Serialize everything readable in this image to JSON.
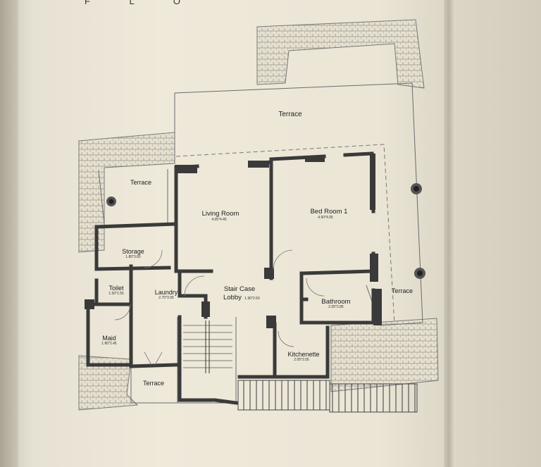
{
  "header": {
    "text": "F L O"
  },
  "plan": {
    "rooms": [
      {
        "id": "terrace-top",
        "name": "Terrace",
        "dims": ""
      },
      {
        "id": "terrace-left",
        "name": "Terrace",
        "dims": ""
      },
      {
        "id": "living-room",
        "name": "Living Room",
        "dims": "4.05*4.45"
      },
      {
        "id": "bed-room-1",
        "name": "Bed Room 1",
        "dims": "4.50*4.05"
      },
      {
        "id": "storage",
        "name": "Storage",
        "dims": "1.80*3.60"
      },
      {
        "id": "toilet",
        "name": "Toilet",
        "dims": "1.50*1.55"
      },
      {
        "id": "laundry",
        "name": "Laundry",
        "dims": "2.70*3.95"
      },
      {
        "id": "stair-case-lobby",
        "name": "Stair Case\nLobby",
        "dims": "1.90*2.50"
      },
      {
        "id": "bathroom",
        "name": "Bathroom",
        "dims": "2.05*2.85"
      },
      {
        "id": "terrace-right",
        "name": "Terrace",
        "dims": ""
      },
      {
        "id": "maid",
        "name": "Maid",
        "dims": "1.80*2.45"
      },
      {
        "id": "kitchenette",
        "name": "Kitchenette",
        "dims": "2.05*2.05"
      },
      {
        "id": "terrace-bottom",
        "name": "Terrace",
        "dims": ""
      }
    ]
  },
  "colors": {
    "wall": "#3a3a3a",
    "line": "#6a6a6a",
    "hatch": "#8a8a8a",
    "paper": "#ede7d8"
  }
}
